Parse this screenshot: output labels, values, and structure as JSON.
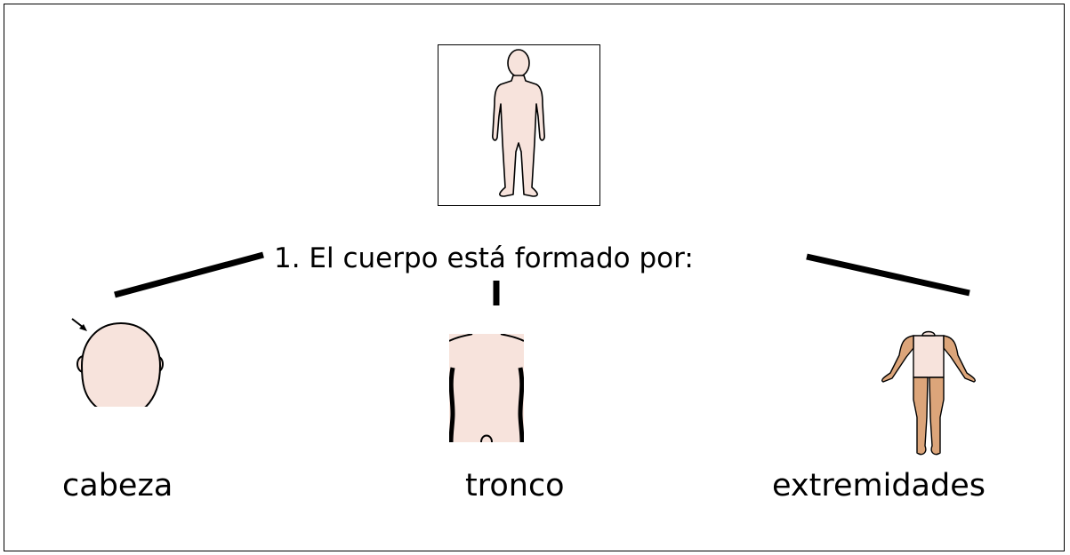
{
  "title": "1.  El cuerpo está formado por:",
  "parts": [
    {
      "label": "cabeza",
      "icon": "head-icon"
    },
    {
      "label": "tronco",
      "icon": "torso-icon"
    },
    {
      "label": "extremidades",
      "icon": "limbs-icon"
    }
  ],
  "top_image": {
    "icon": "human-body-icon"
  },
  "colors": {
    "skin": "#f7e3dc",
    "highlight": "#dca57a",
    "line": "#000000"
  }
}
